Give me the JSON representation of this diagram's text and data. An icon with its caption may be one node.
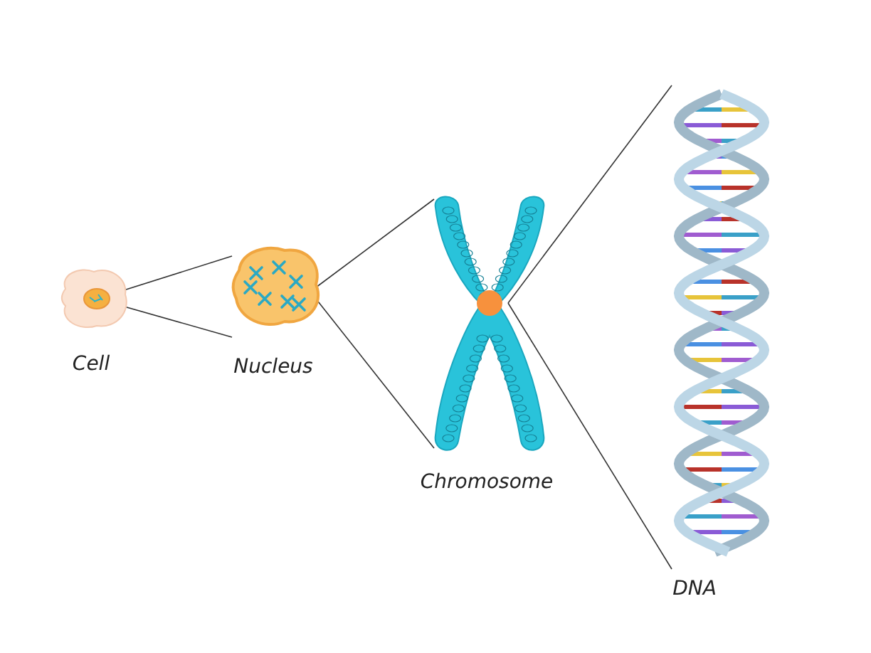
{
  "diagram": {
    "nodes": [
      {
        "text": [
          "Cell"
        ]
      },
      {
        "text": [
          "Nucleus"
        ]
      },
      {
        "text": [
          "Chromosome"
        ]
      },
      {
        "text": [
          "DNA"
        ]
      }
    ],
    "edges": [
      {
        "from": 0,
        "to": 1,
        "arrow": "none"
      },
      {
        "from": 0,
        "to": 1,
        "arrow": "none"
      },
      {
        "from": 1,
        "to": 2,
        "arrow": "none"
      },
      {
        "from": 1,
        "to": 2,
        "arrow": "none"
      },
      {
        "from": 2,
        "to": 3,
        "arrow": "none"
      },
      {
        "from": 2,
        "to": 3,
        "arrow": "none"
      }
    ]
  }
}
